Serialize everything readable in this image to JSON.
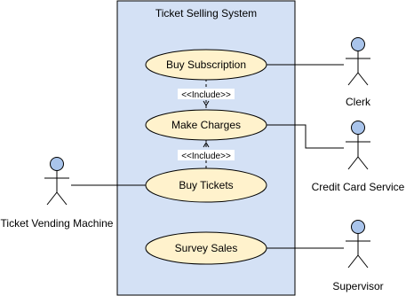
{
  "system": {
    "title": "Ticket Selling System",
    "fill": "#d4e1f5",
    "stroke": "#000000"
  },
  "use_cases": {
    "buy_subscription": "Buy Subscription",
    "make_charges": "Make Charges",
    "buy_tickets": "Buy Tickets",
    "survey_sales": "Survey Sales",
    "fill": "#fff2cc",
    "stroke": "#000000"
  },
  "relations": {
    "include_top": "<<Include>>",
    "include_bottom": "<<Include>>"
  },
  "actors": {
    "clerk": "Clerk",
    "credit_card_service": "Credit Card Service",
    "ticket_vending_machine": "Ticket Vending Machine",
    "supervisor": "Supervisor",
    "head_fill": "#a9c4eb",
    "stroke": "#000000"
  }
}
